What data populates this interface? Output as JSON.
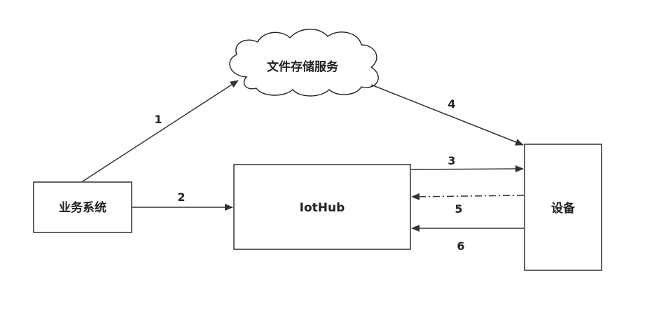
{
  "nodes": {
    "file_storage": {
      "label": "文件存储服务",
      "shape": "cloud"
    },
    "business_system": {
      "label": "业务系统",
      "shape": "rectangle"
    },
    "iothub": {
      "label": "IotHub",
      "shape": "rectangle"
    },
    "device": {
      "label": "设备",
      "shape": "rectangle"
    }
  },
  "edges": [
    {
      "id": "1",
      "label": "1",
      "from": "business_system",
      "to": "file_storage",
      "style": "solid"
    },
    {
      "id": "2",
      "label": "2",
      "from": "business_system",
      "to": "iothub",
      "style": "solid"
    },
    {
      "id": "3",
      "label": "3",
      "from": "iothub",
      "to": "device",
      "style": "solid"
    },
    {
      "id": "4",
      "label": "4",
      "from": "file_storage",
      "to": "device",
      "style": "solid"
    },
    {
      "id": "5",
      "label": "5",
      "from": "device",
      "to": "iothub",
      "style": "dash-dot"
    },
    {
      "id": "6",
      "label": "6",
      "from": "device",
      "to": "iothub",
      "style": "solid"
    }
  ],
  "colors": {
    "stroke": "#222222",
    "background": "#ffffff"
  }
}
